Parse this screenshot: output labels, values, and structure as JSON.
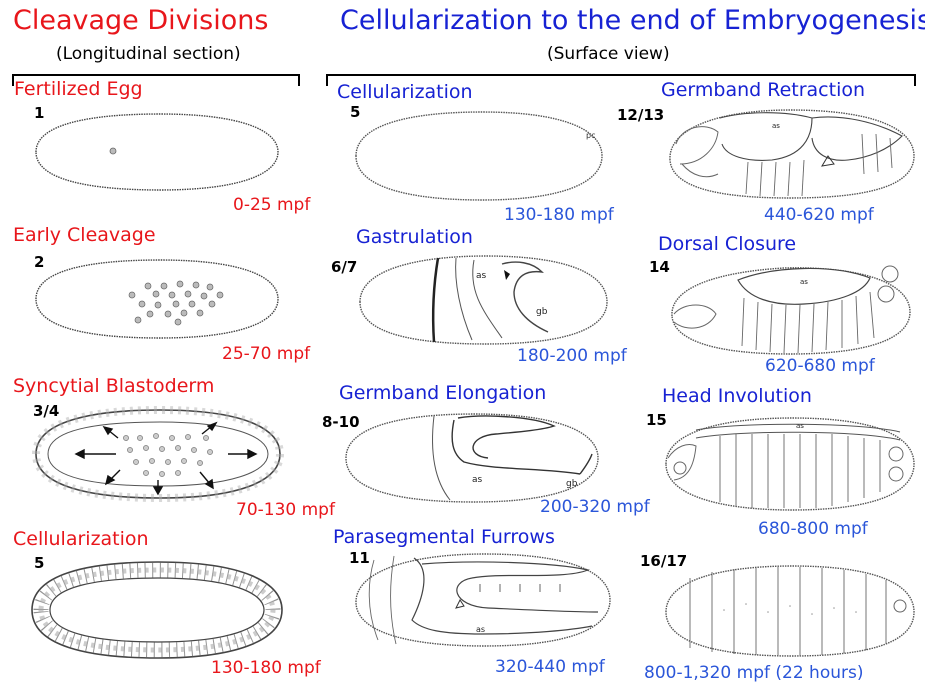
{
  "left_header": {
    "title": "Cleavage Divisions",
    "subtitle": "(Longitudinal section)"
  },
  "right_header": {
    "title": "Cellularization to the end of Embryogenesis",
    "subtitle": "(Surface view)"
  },
  "colors": {
    "red": "#e8161b",
    "title_blue": "#1722d3",
    "time_blue": "#2b56d9"
  },
  "stages": [
    {
      "name": "Fertilized Egg",
      "number": "1",
      "time": "0-25 mpf"
    },
    {
      "name": "Early Cleavage",
      "number": "2",
      "time": "25-70 mpf"
    },
    {
      "name": "Syncytial Blastoderm",
      "number": "3/4",
      "time": "70-130 mpf"
    },
    {
      "name": "Cellularization",
      "number": "5",
      "time": "130-180 mpf"
    },
    {
      "name": "Cellularization",
      "number": "5",
      "time": "130-180 mpf",
      "label_pc": "pc"
    },
    {
      "name": "Gastrulation",
      "number": "6/7",
      "time": "180-200 mpf",
      "label_as": "as",
      "label_gb": "gb"
    },
    {
      "name": "Germband Elongation",
      "number": "8-10",
      "time": "200-320 mpf",
      "label_as": "as",
      "label_gb": "gb"
    },
    {
      "name": "Parasegmental Furrows",
      "number": "11",
      "time": "320-440 mpf",
      "label_as": "as"
    },
    {
      "name": "Germband Retraction",
      "number": "12/13",
      "time": "440-620 mpf",
      "label_as": "as"
    },
    {
      "name": "Dorsal Closure",
      "number": "14",
      "time": "620-680 mpf",
      "label_as": "as"
    },
    {
      "name": "Head Involution",
      "number": "15",
      "time": "680-800 mpf",
      "label_as": "as"
    },
    {
      "name": "",
      "number": "16/17",
      "time": "800-1,320 mpf (22 hours)"
    }
  ]
}
